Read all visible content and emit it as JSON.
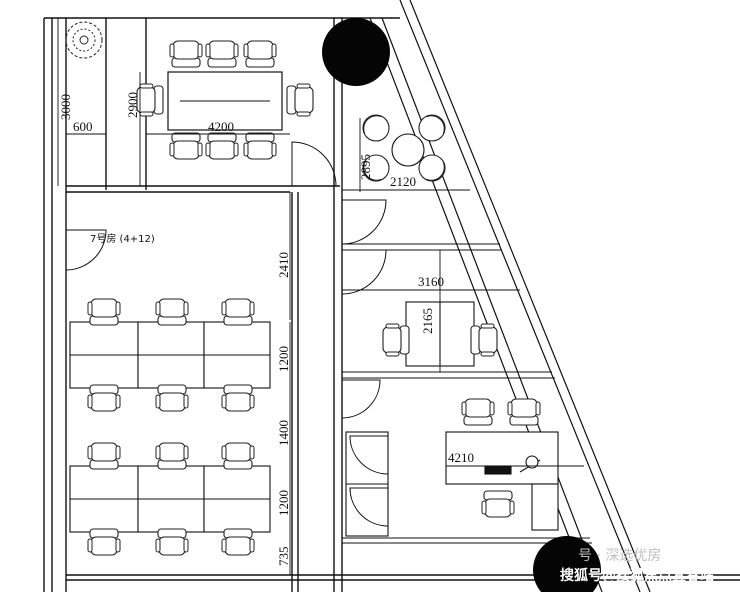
{
  "room_label": "7号房 (4+12)",
  "dimensions": {
    "d3000": "3000",
    "d2900": "2900",
    "d600": "600",
    "d4200": "4200",
    "d2895": "2895",
    "d2120": "2120",
    "d2410": "2410",
    "d3160": "3160",
    "d2165": "2165",
    "d1200a": "1200",
    "d1400": "1400",
    "d1200b": "1200",
    "d735": "735",
    "d4210": "4210"
  },
  "watermark": {
    "top": "号 · 深选优房",
    "bottom": "搜狐号@搜狐焦点宜春站"
  }
}
